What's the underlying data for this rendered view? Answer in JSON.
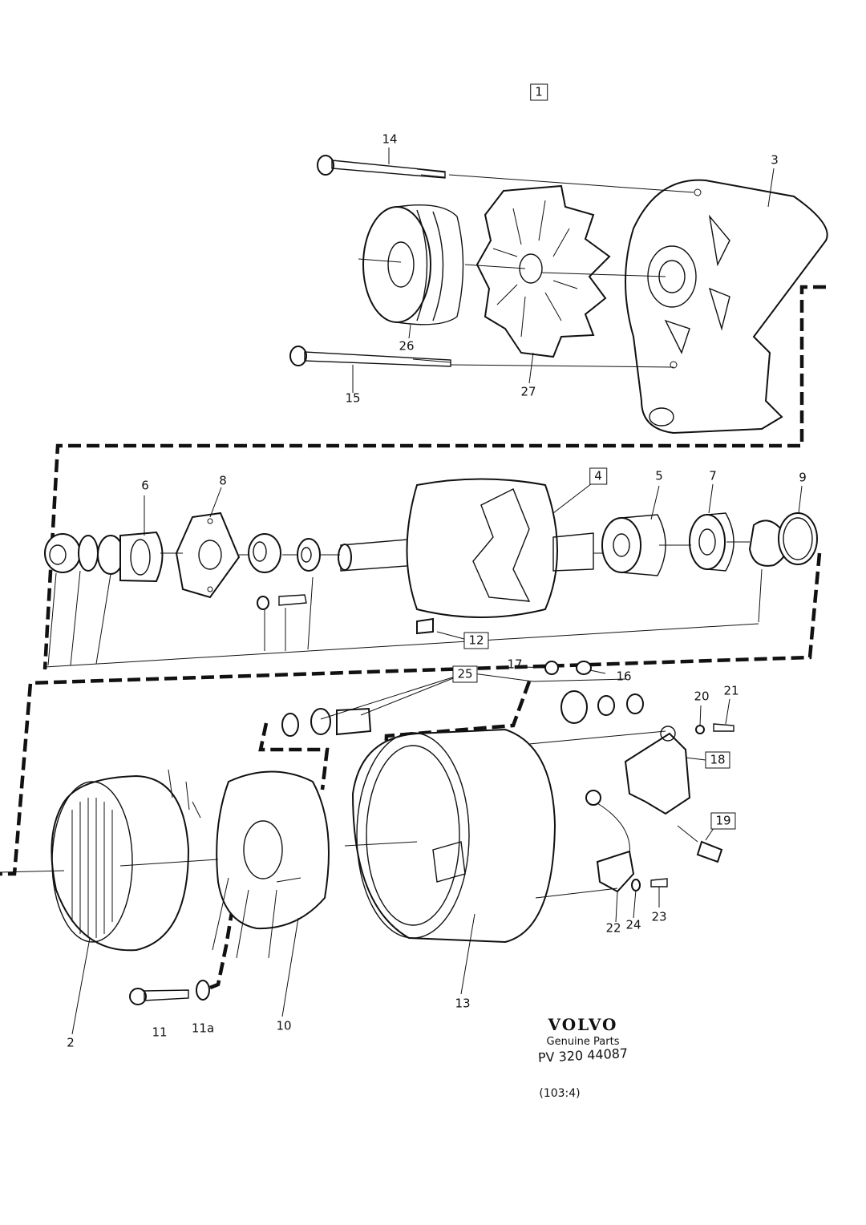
{
  "brand": {
    "logo": "VOLVO",
    "subtitle": "Genuine Parts",
    "part_number": "PV 320 44087"
  },
  "reference": "(103:4)",
  "callouts": [
    {
      "id": "1",
      "text": "1",
      "boxed": true
    },
    {
      "id": "2",
      "text": "2",
      "boxed": false
    },
    {
      "id": "3",
      "text": "3",
      "boxed": false
    },
    {
      "id": "4",
      "text": "4",
      "boxed": true
    },
    {
      "id": "5",
      "text": "5",
      "boxed": false
    },
    {
      "id": "6",
      "text": "6",
      "boxed": false
    },
    {
      "id": "7",
      "text": "7",
      "boxed": false
    },
    {
      "id": "8",
      "text": "8",
      "boxed": false
    },
    {
      "id": "9",
      "text": "9",
      "boxed": false
    },
    {
      "id": "10",
      "text": "10",
      "boxed": false
    },
    {
      "id": "11",
      "text": "11",
      "boxed": false
    },
    {
      "id": "11a",
      "text": "11a",
      "boxed": false
    },
    {
      "id": "12",
      "text": "12",
      "boxed": true
    },
    {
      "id": "13",
      "text": "13",
      "boxed": false
    },
    {
      "id": "14",
      "text": "14",
      "boxed": false
    },
    {
      "id": "15",
      "text": "15",
      "boxed": false
    },
    {
      "id": "16",
      "text": "16",
      "boxed": false
    },
    {
      "id": "17",
      "text": "17",
      "boxed": false
    },
    {
      "id": "18",
      "text": "18",
      "boxed": true
    },
    {
      "id": "19",
      "text": "19",
      "boxed": true
    },
    {
      "id": "20",
      "text": "20",
      "boxed": false
    },
    {
      "id": "21",
      "text": "21",
      "boxed": false
    },
    {
      "id": "22",
      "text": "22",
      "boxed": false
    },
    {
      "id": "23",
      "text": "23",
      "boxed": false
    },
    {
      "id": "24",
      "text": "24",
      "boxed": false
    },
    {
      "id": "25",
      "text": "25",
      "boxed": true
    },
    {
      "id": "26",
      "text": "26",
      "boxed": false
    },
    {
      "id": "27",
      "text": "27",
      "boxed": false
    }
  ]
}
